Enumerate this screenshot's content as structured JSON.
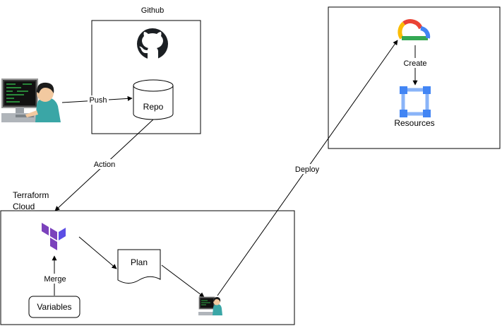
{
  "groups": {
    "github": {
      "title": "Github"
    },
    "terraform": {
      "title_line1": "Terraform",
      "title_line2": "Cloud"
    }
  },
  "nodes": {
    "repo": "Repo",
    "plan": "Plan",
    "variables": "Variables",
    "resources": "Resources"
  },
  "edges": {
    "push": "Push",
    "action": "Action",
    "merge": "Merge",
    "deploy": "Deploy",
    "create": "Create"
  },
  "colors": {
    "terraform_purple": "#7B42BC",
    "gcp_blue": "#4285F4",
    "gcp_red": "#EA4335",
    "gcp_yellow": "#FBBC05",
    "gcp_green": "#34A853",
    "resource_blue": "#8AB4F8"
  }
}
